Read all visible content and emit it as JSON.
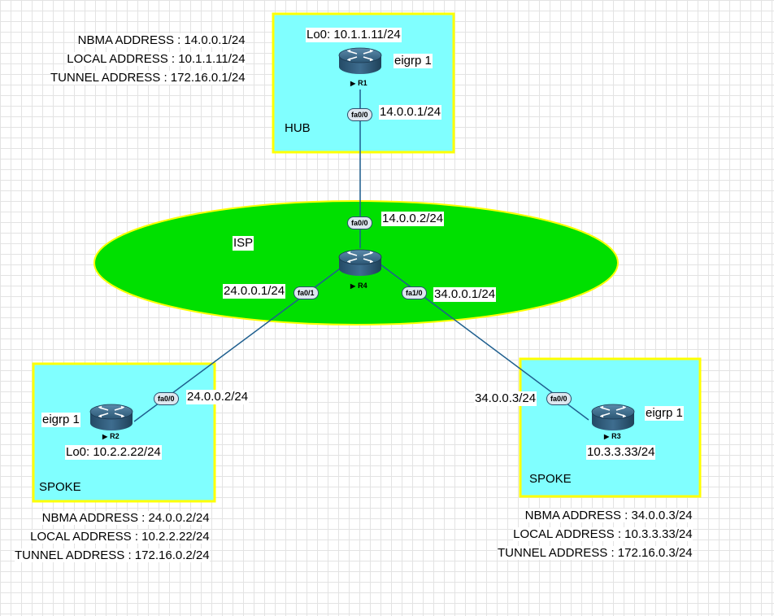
{
  "colors": {
    "site_fill": "#80ffff",
    "site_border": "#ffff00",
    "isp_fill": "#00e000",
    "isp_border": "#ffff00",
    "link": "#1f5f8f"
  },
  "routers": {
    "r1": {
      "name": "R1"
    },
    "r2": {
      "name": "R2"
    },
    "r3": {
      "name": "R3"
    },
    "r4": {
      "name": "R4"
    }
  },
  "hub": {
    "zone_label": "HUB",
    "loopback": "Lo0: 10.1.1.11/24",
    "protocol": "eigrp 1",
    "port": "fa0/0",
    "ip": "14.0.0.1/24",
    "info": {
      "nbma": "NBMA ADDRESS : 14.0.0.1/24",
      "local": "LOCAL ADDRESS : 10.1.1.11/24",
      "tunnel": "TUNNEL ADDRESS : 172.16.0.1/24"
    }
  },
  "isp": {
    "zone_label": "ISP",
    "port_top": "fa0/0",
    "ip_top": "14.0.0.2/24",
    "port_left": "fa0/1",
    "ip_left": "24.0.0.1/24",
    "port_right": "fa1/0",
    "ip_right": "34.0.0.1/24"
  },
  "spoke_left": {
    "zone_label": "SPOKE",
    "protocol": "eigrp 1",
    "loopback": "Lo0: 10.2.2.22/24",
    "port": "fa0/0",
    "ip": "24.0.0.2/24",
    "info": {
      "nbma": "NBMA ADDRESS : 24.0.0.2/24",
      "local": "LOCAL ADDRESS : 10.2.2.22/24",
      "tunnel": "TUNNEL ADDRESS : 172.16.0.2/24"
    }
  },
  "spoke_right": {
    "zone_label": "SPOKE",
    "protocol": "eigrp 1",
    "loopback": "10.3.3.33/24",
    "port": "fa0/0",
    "ip": "34.0.0.3/24",
    "info": {
      "nbma": "NBMA ADDRESS : 34.0.0.3/24",
      "local": "LOCAL ADDRESS : 10.3.3.33/24",
      "tunnel": "TUNNEL ADDRESS : 172.16.0.3/24"
    }
  }
}
